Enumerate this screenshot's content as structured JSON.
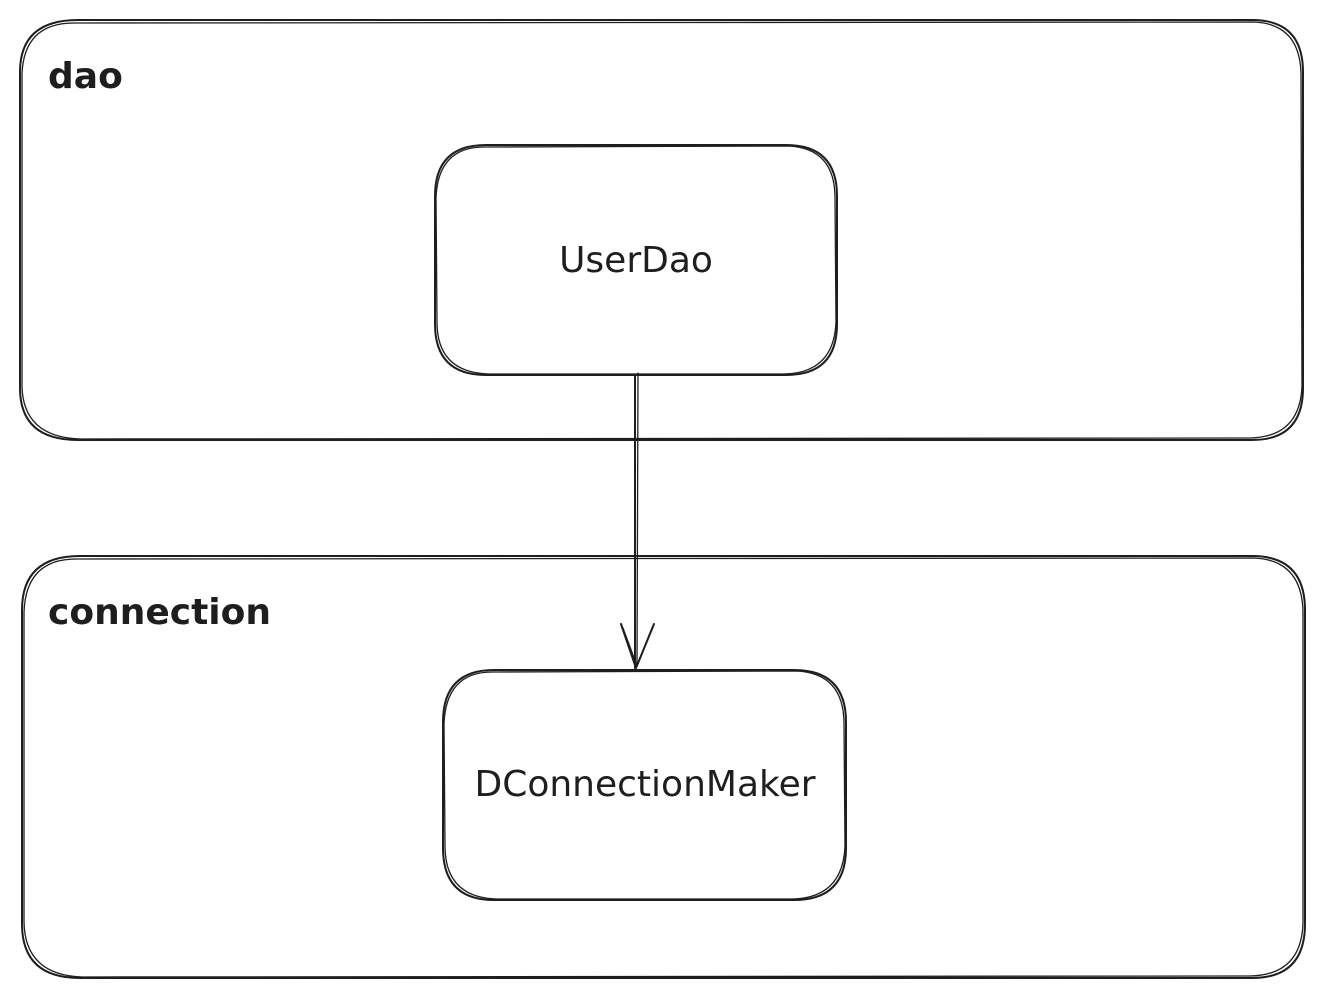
{
  "packages": [
    {
      "name": "dao",
      "classes": [
        "UserDao"
      ]
    },
    {
      "name": "connection",
      "classes": [
        "DConnectionMaker"
      ]
    }
  ],
  "relations": [
    {
      "from": "UserDao",
      "to": "DConnectionMaker",
      "type": "dependency"
    }
  ]
}
